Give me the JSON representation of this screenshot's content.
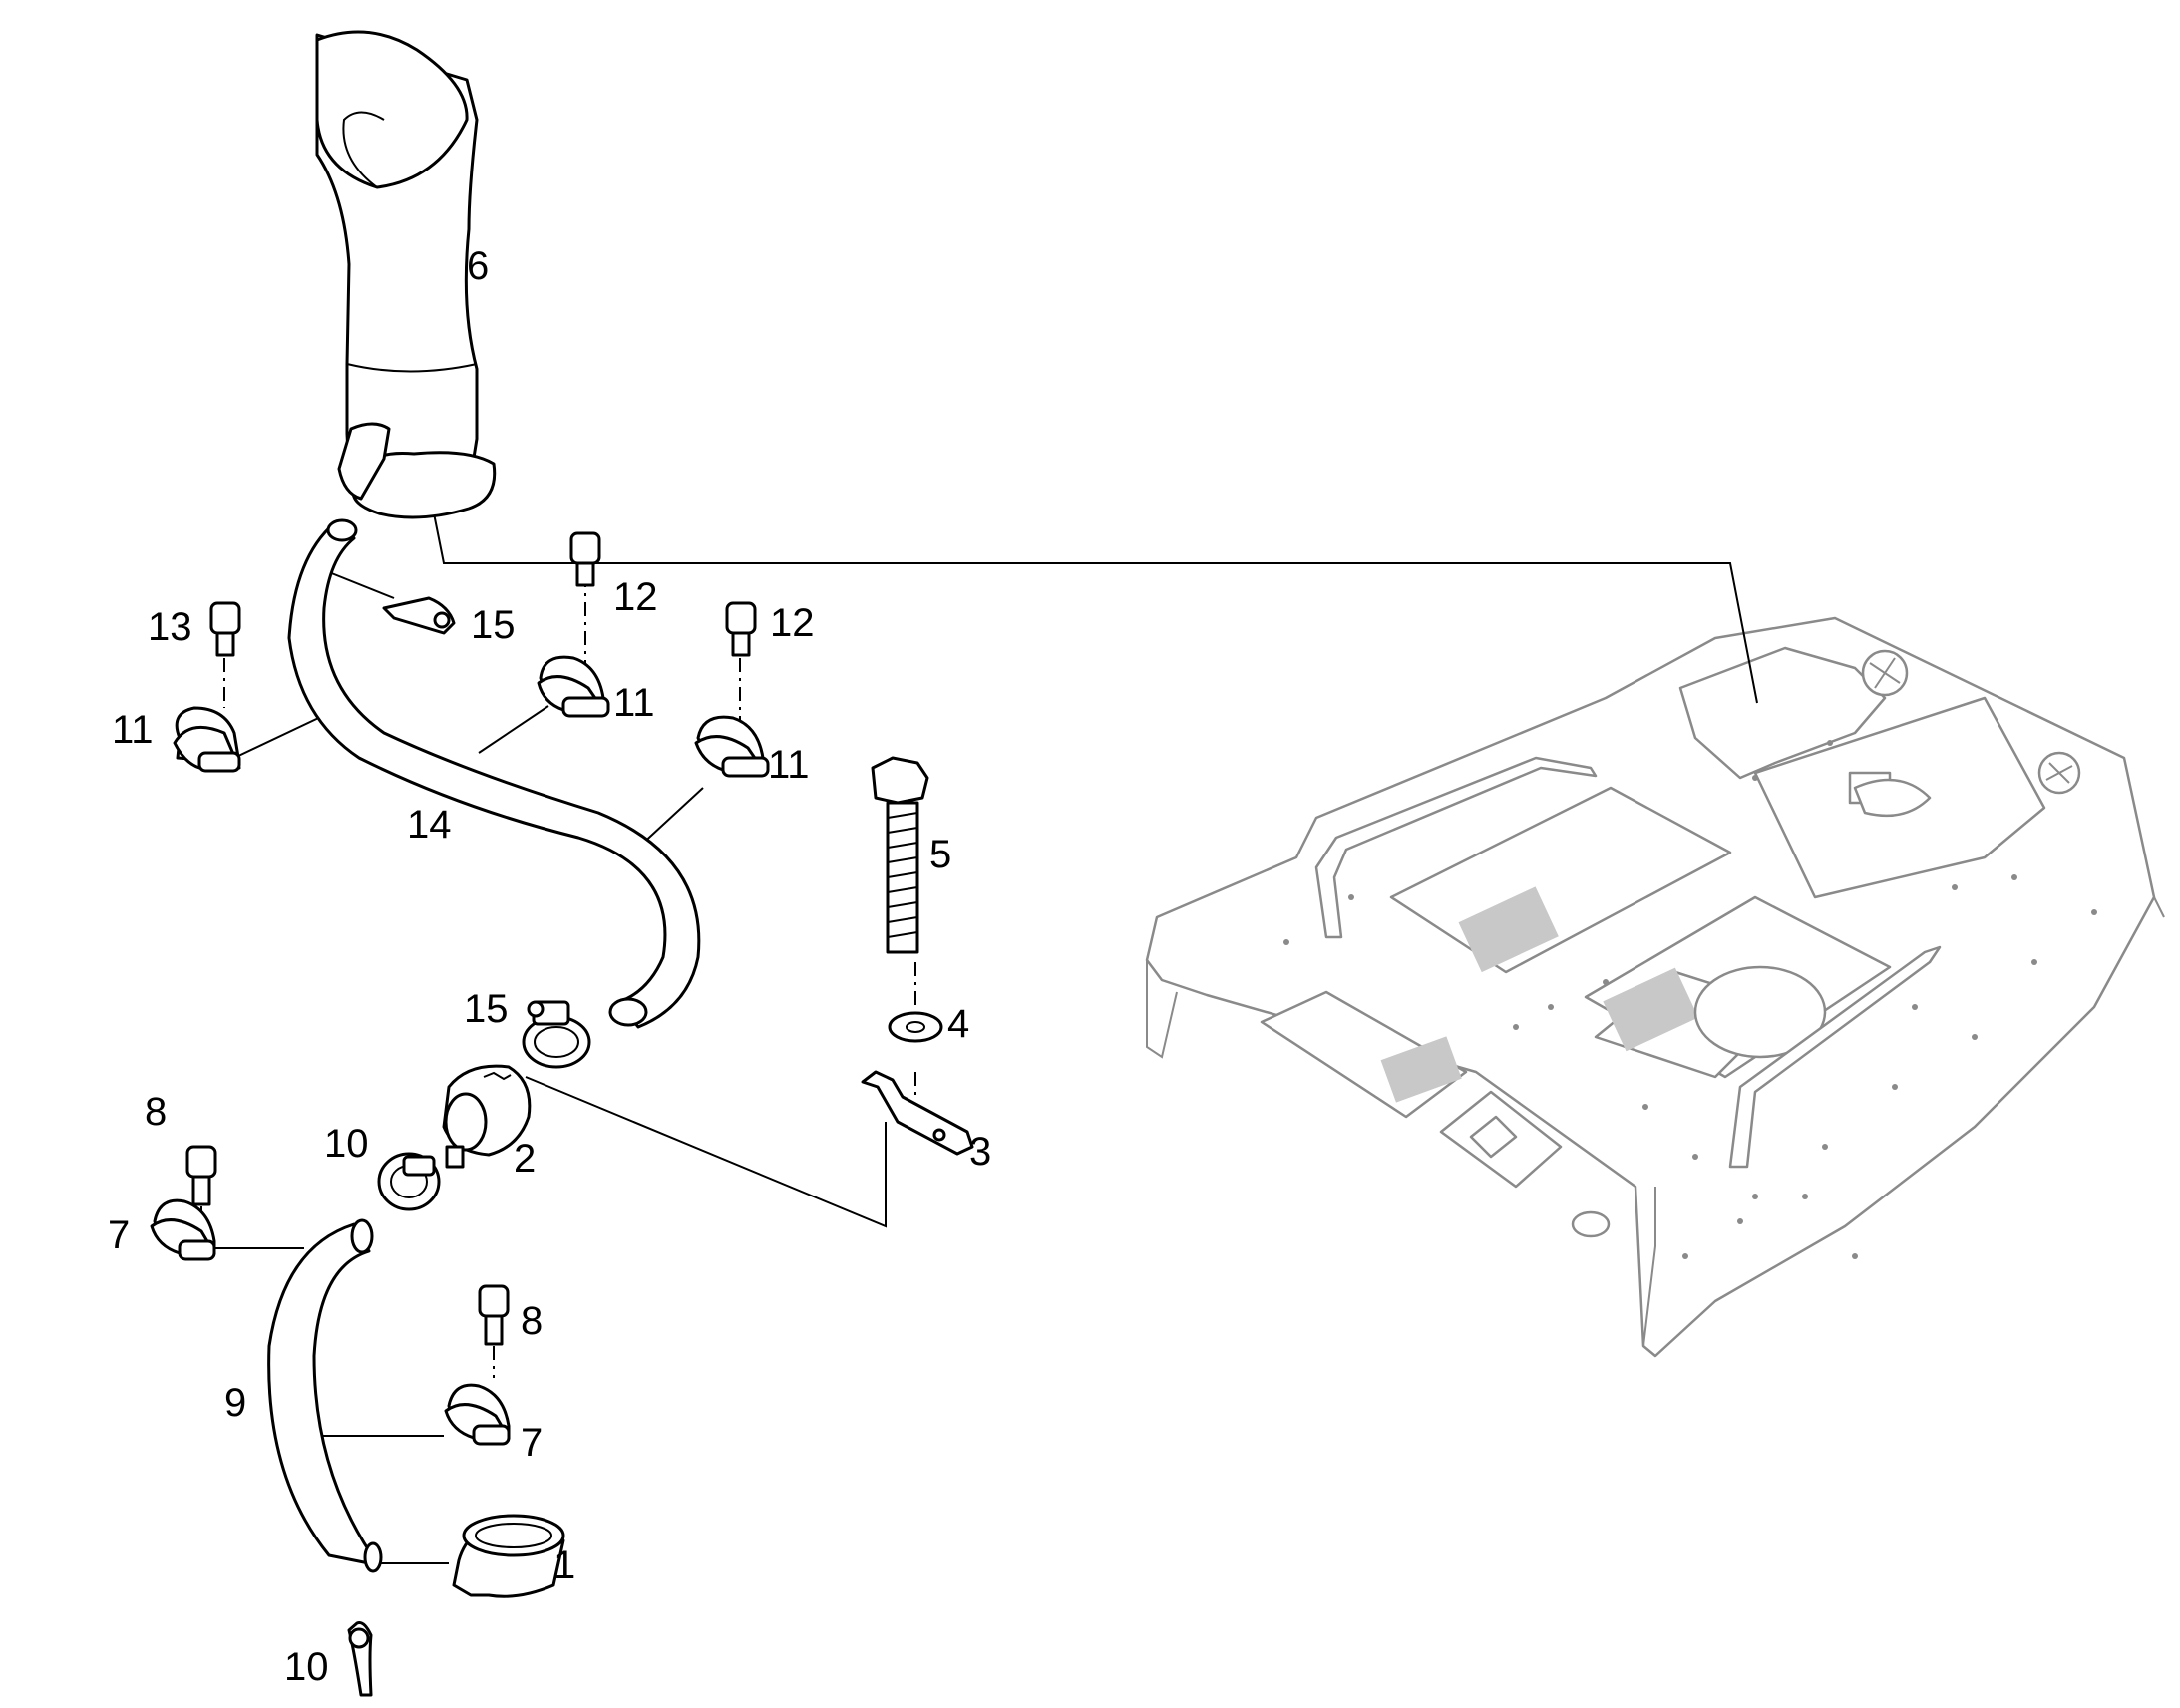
{
  "diagram": {
    "callouts": [
      {
        "id": "c6",
        "text": "6"
      },
      {
        "id": "c12a",
        "text": "12"
      },
      {
        "id": "c12b",
        "text": "12"
      },
      {
        "id": "c13",
        "text": "13"
      },
      {
        "id": "c15a",
        "text": "15"
      },
      {
        "id": "c11a",
        "text": "11"
      },
      {
        "id": "c11b",
        "text": "11"
      },
      {
        "id": "c11c",
        "text": "11"
      },
      {
        "id": "c14",
        "text": "14"
      },
      {
        "id": "c5",
        "text": "5"
      },
      {
        "id": "c15b",
        "text": "15"
      },
      {
        "id": "c4",
        "text": "4"
      },
      {
        "id": "c8a",
        "text": "8"
      },
      {
        "id": "c10a",
        "text": "10"
      },
      {
        "id": "c2",
        "text": "2"
      },
      {
        "id": "c3",
        "text": "3"
      },
      {
        "id": "c7a",
        "text": "7"
      },
      {
        "id": "c8b",
        "text": "8"
      },
      {
        "id": "c9",
        "text": "9"
      },
      {
        "id": "c7b",
        "text": "7"
      },
      {
        "id": "c1",
        "text": "1"
      },
      {
        "id": "c10b",
        "text": "10"
      }
    ],
    "colors": {
      "line": "#000000",
      "context_machine": "#8a8a8a",
      "background": "#ffffff"
    }
  }
}
